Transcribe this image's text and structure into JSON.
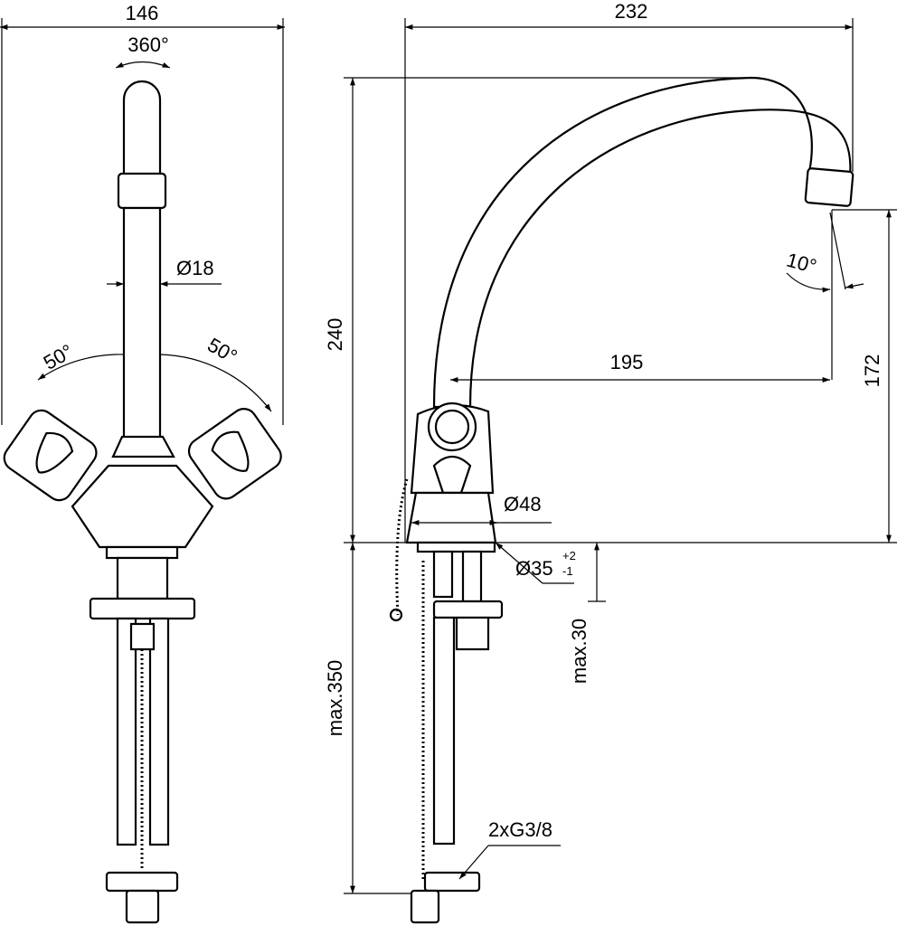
{
  "dimensions": {
    "front_width": "146",
    "rotation": "360°",
    "spout_diameter": "Ø18",
    "angle_left": "50°",
    "angle_right": "50°",
    "total_depth": "232",
    "total_height": "240",
    "outlet_angle": "10°",
    "spout_reach": "195",
    "outlet_height": "172",
    "body_diameter": "Ø48",
    "hole_diameter": "Ø35",
    "hole_tol_upper": "+2",
    "hole_tol_lower": "-1",
    "max_counter_thickness": "max.30",
    "max_hose_length": "max.350",
    "connection": "2xG3/8"
  }
}
